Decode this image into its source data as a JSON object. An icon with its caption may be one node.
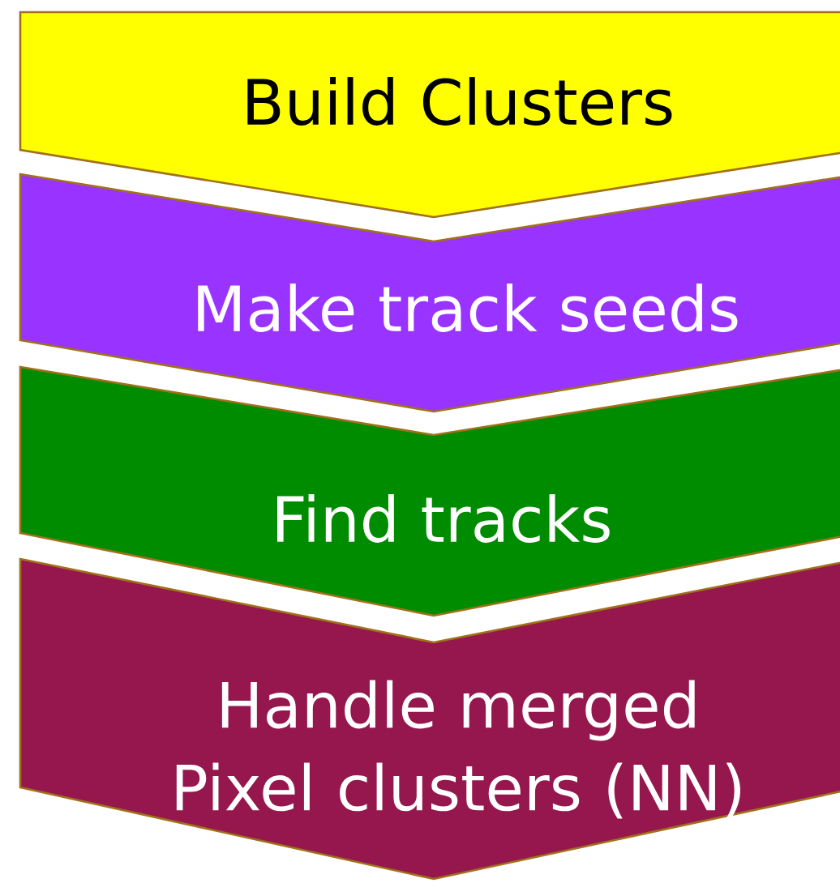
{
  "diagram": {
    "nodes": [
      {
        "text": [
          "Build Clusters"
        ]
      },
      {
        "text": [
          "Make track seeds"
        ]
      },
      {
        "text": [
          "Find tracks"
        ]
      },
      {
        "text": [
          "Handle merged Pixel clusters (NN)"
        ]
      }
    ]
  }
}
